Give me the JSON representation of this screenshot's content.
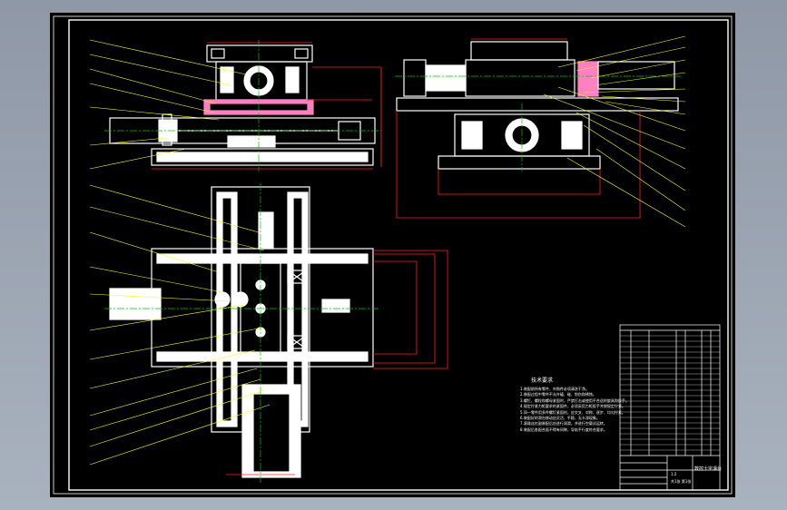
{
  "app": {
    "window_bg": "#9aa3b0",
    "sheet_bg": "#000000"
  },
  "colors": {
    "frame": "#ffffff",
    "part_outline": "#ffffff",
    "centerline": "#00c800",
    "dimension": "#ff2020",
    "leader": "#ffff00",
    "hatch": "#ff80c0",
    "text": "#ffffff"
  },
  "notes": {
    "title": "技术要求",
    "lines": [
      "1.装配前所有零件、外购件必须清洗干净。",
      "2.装配过程中零件不允许磕、碰、划伤和锈蚀。",
      "3.螺钉、螺栓和螺母紧固时，严禁打击或使用不合适的旋具和扳手。",
      "4.规定拧紧力矩要求的紧固件，必须采用力矩扳手并按规定拧紧。",
      "5.同一零件用多件螺钉紧固时，应交叉、对称、逐步、均匀拧紧。",
      "6.装配好的滑台移动应灵活、平稳，无卡滞现象。",
      "7.滚珠丝杠副装配后应进行润滑，并进行空载试运转。",
      "8.装配后各配合面不得有间隙，导轨平行度符合要求。"
    ]
  },
  "title_block": {
    "drawing_name": "数控十字滑台",
    "scale": "1:2",
    "sheet": "共1张 第1张"
  }
}
